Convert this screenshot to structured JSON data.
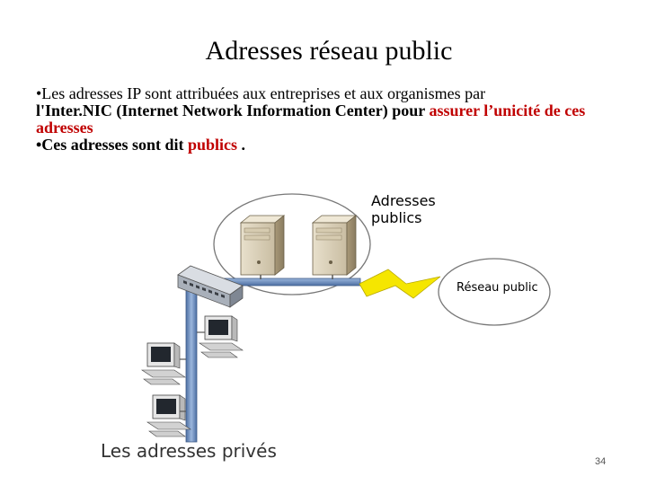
{
  "slide": {
    "title": "Adresses réseau public",
    "bullet1_pre": "•Les adresses  IP  sont attribuées aux entreprises et aux organismes par",
    "bullet1_bold": "l'Inter.NIC (Internet Network Information Center) pour ",
    "bullet1_red": "assurer l’unicité de ces adresses",
    "bullet2_pre": "•Ces adresses sont dit ",
    "bullet2_red": "publics",
    "bullet2_post": " .",
    "page_number": "34"
  },
  "diagram": {
    "label_public_line1": "Adresses",
    "label_public_line2": "publics",
    "label_reseau": "Réseau public",
    "label_prives": "Les adresses privés"
  },
  "colors": {
    "accent_red": "#c00000",
    "cable_blue": "#6f8fbf",
    "lightning_yellow": "#f5e600"
  },
  "icons": [
    "server-icon",
    "switch-icon",
    "computer-icon",
    "lightning-icon"
  ]
}
